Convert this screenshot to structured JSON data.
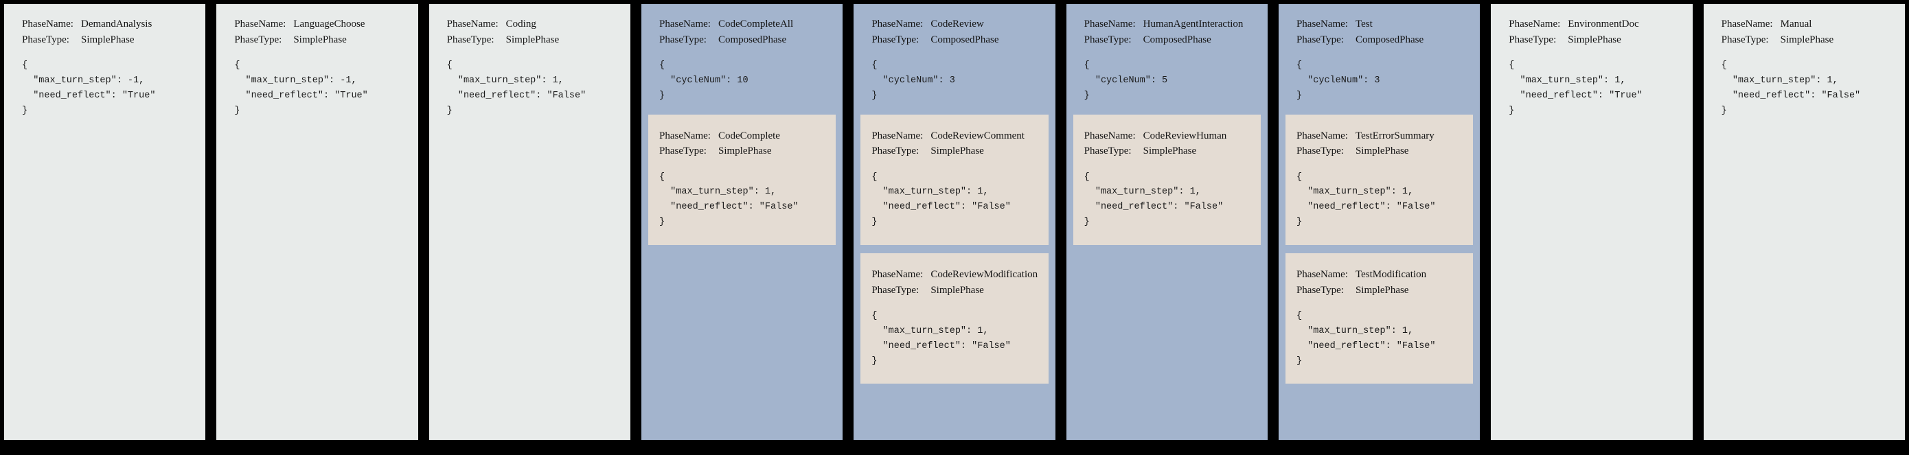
{
  "labels": {
    "phase_name_key": "PhaseName:",
    "phase_type_key": "PhaseType:"
  },
  "colors": {
    "background": "#000000",
    "simple_card": "#e8ebea",
    "composed_card": "#a3b4cd",
    "subphase_panel": "#e4dcd3",
    "text": "#141414"
  },
  "phases": [
    {
      "name": "DemandAnalysis",
      "type": "SimplePhase",
      "config": "{\n  \"max_turn_step\": -1,\n  \"need_reflect\": \"True\"\n}",
      "composed": false,
      "subphases": []
    },
    {
      "name": "LanguageChoose",
      "type": "SimplePhase",
      "config": "{\n  \"max_turn_step\": -1,\n  \"need_reflect\": \"True\"\n}",
      "composed": false,
      "subphases": []
    },
    {
      "name": "Coding",
      "type": "SimplePhase",
      "config": "{\n  \"max_turn_step\": 1,\n  \"need_reflect\": \"False\"\n}",
      "composed": false,
      "subphases": []
    },
    {
      "name": "CodeCompleteAll",
      "type": "ComposedPhase",
      "config": "{\n  \"cycleNum\": 10\n}",
      "composed": true,
      "subphases": [
        {
          "name": "CodeComplete",
          "type": "SimplePhase",
          "config": "{\n  \"max_turn_step\": 1,\n  \"need_reflect\": \"False\"\n}"
        }
      ]
    },
    {
      "name": "CodeReview",
      "type": "ComposedPhase",
      "config": "{\n  \"cycleNum\": 3\n}",
      "composed": true,
      "subphases": [
        {
          "name": "CodeReviewComment",
          "type": "SimplePhase",
          "config": "{\n  \"max_turn_step\": 1,\n  \"need_reflect\": \"False\"\n}"
        },
        {
          "name": "CodeReviewModification",
          "type": "SimplePhase",
          "config": "{\n  \"max_turn_step\": 1,\n  \"need_reflect\": \"False\"\n}"
        }
      ]
    },
    {
      "name": "HumanAgentInteraction",
      "type": "ComposedPhase",
      "config": "{\n  \"cycleNum\": 5\n}",
      "composed": true,
      "subphases": [
        {
          "name": "CodeReviewHuman",
          "type": "SimplePhase",
          "config": "{\n  \"max_turn_step\": 1,\n  \"need_reflect\": \"False\"\n}"
        }
      ]
    },
    {
      "name": "Test",
      "type": "ComposedPhase",
      "config": "{\n  \"cycleNum\": 3\n}",
      "composed": true,
      "subphases": [
        {
          "name": "TestErrorSummary",
          "type": "SimplePhase",
          "config": "{\n  \"max_turn_step\": 1,\n  \"need_reflect\": \"False\"\n}"
        },
        {
          "name": "TestModification",
          "type": "SimplePhase",
          "config": "{\n  \"max_turn_step\": 1,\n  \"need_reflect\": \"False\"\n}"
        }
      ]
    },
    {
      "name": "EnvironmentDoc",
      "type": "SimplePhase",
      "config": "{\n  \"max_turn_step\": 1,\n  \"need_reflect\": \"True\"\n}",
      "composed": false,
      "subphases": []
    },
    {
      "name": "Manual",
      "type": "SimplePhase",
      "config": "{\n  \"max_turn_step\": 1,\n  \"need_reflect\": \"False\"\n}",
      "composed": false,
      "subphases": []
    }
  ]
}
